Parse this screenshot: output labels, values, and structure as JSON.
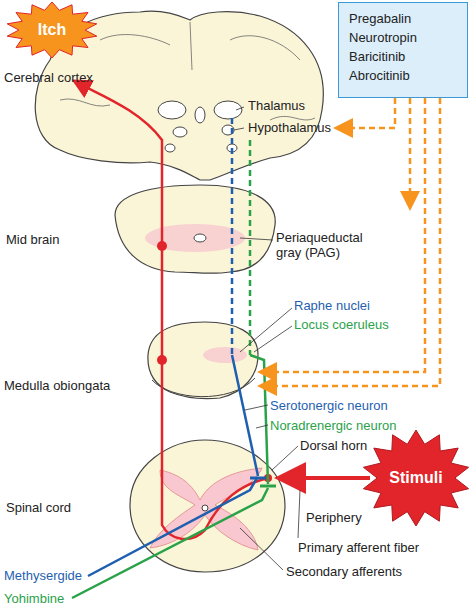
{
  "diagram": {
    "nodes": [
      {
        "text": [
          "Itch"
        ]
      },
      {
        "text": [
          "Pregabalin",
          "Neurotropin",
          "Baricitinib",
          "Abrocitinib"
        ]
      },
      {
        "text": [
          "Stimuli"
        ]
      }
    ],
    "labels": [
      "Cerebral cortex",
      "Thalamus",
      "Hypothalamus",
      "Mid brain",
      "Periaqueductal gray (PAG)",
      "Raphe nuclei",
      "Locus coeruleus",
      "Medulla obiongata",
      "Serotonergic neuron",
      "Noradrenergic neuron",
      "Dorsal horn",
      "Spinal cord",
      "Periphery",
      "Primary afferent fiber",
      "Secondary afferents",
      "Methysergide",
      "Yohimbine"
    ]
  }
}
